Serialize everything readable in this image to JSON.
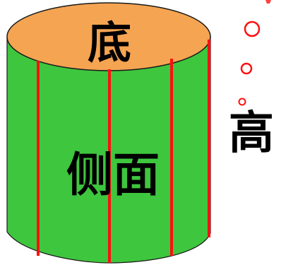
{
  "labels": {
    "base": "底",
    "lateral": "侧面",
    "height": "高"
  },
  "colors": {
    "lateral_fill": "#3ec63e",
    "lateral_stroke": "#1a1a1a",
    "top_fill": "#f5a452",
    "generatrix": "#ff1010",
    "circle_stroke": "#ff1010",
    "label": "#000000"
  }
}
